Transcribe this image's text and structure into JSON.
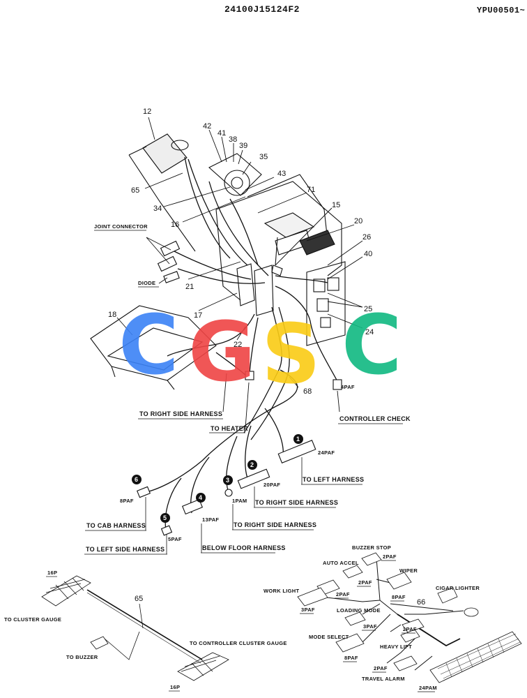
{
  "header": {
    "drawing_code": "24100J15124F2",
    "serial_code": "YPU00501~"
  },
  "watermark": {
    "letters": [
      "C",
      "G",
      "S",
      "C"
    ],
    "colors": [
      "#3b82f6",
      "#ef4444",
      "#facc15",
      "#10b981"
    ]
  },
  "part_numbers": [
    "12",
    "42",
    "41",
    "38",
    "39",
    "35",
    "43",
    "65",
    "34",
    "16",
    "71",
    "15",
    "20",
    "26",
    "40",
    "21",
    "17",
    "18",
    "22",
    "25",
    "24",
    "68"
  ],
  "upper_labels": {
    "joint_connector": "JOINT CONNECTOR",
    "diode": "DIODE",
    "to_right_side_harness_top": "TO RIGHT SIDE HARNESS",
    "to_heater": "TO HEATER",
    "controller_check": "CONTROLLER CHECK",
    "conn_4paf": "4PAF"
  },
  "harness_connectors": [
    {
      "marker": "1",
      "code": "24PAF",
      "label": "TO LEFT HARNESS"
    },
    {
      "marker": "2",
      "code": "20PAF",
      "label": "TO RIGHT SIDE HARNESS"
    },
    {
      "marker": "3",
      "code": "1PAM",
      "label": "TO RIGHT SIDE HARNESS"
    },
    {
      "marker": "4",
      "code": "13PAF",
      "label": "BELOW FLOOR HARNESS"
    },
    {
      "marker": "5",
      "code": "5PAF",
      "label": "TO LEFT SIDE HARNESS"
    },
    {
      "marker": "6",
      "code": "8PAF",
      "label": "TO CAB HARNESS"
    }
  ],
  "lower_left": {
    "part": "65",
    "conn_top": "16P",
    "conn_bottom": "16P",
    "to_cluster_gauge": "TO CLUSTER GAUGE",
    "to_buzzer": "TO BUZZER",
    "to_controller_cluster": "TO CONTROLLER  CLUSTER GAUGE"
  },
  "lower_right": {
    "part": "66",
    "buzzer_stop": "BUZZER STOP",
    "auto_accel": "AUTO ACCEL",
    "wiper": "WIPER",
    "cigar_lighter": "CIGAR LIGHTER",
    "work_light": "WORK LIGHT",
    "loading_mode": "LOADING MODE",
    "mode_select": "MODE SELECT",
    "heavy_lift": "HEAVY LIFT",
    "travel_alarm": "TRAVEL ALARM",
    "codes": [
      "2PAF",
      "2PAF",
      "2PAF",
      "8PAF",
      "3PAF",
      "3PAF",
      "8PAF",
      "2PAF",
      "2PAF"
    ],
    "main_connector": "24PAM"
  }
}
